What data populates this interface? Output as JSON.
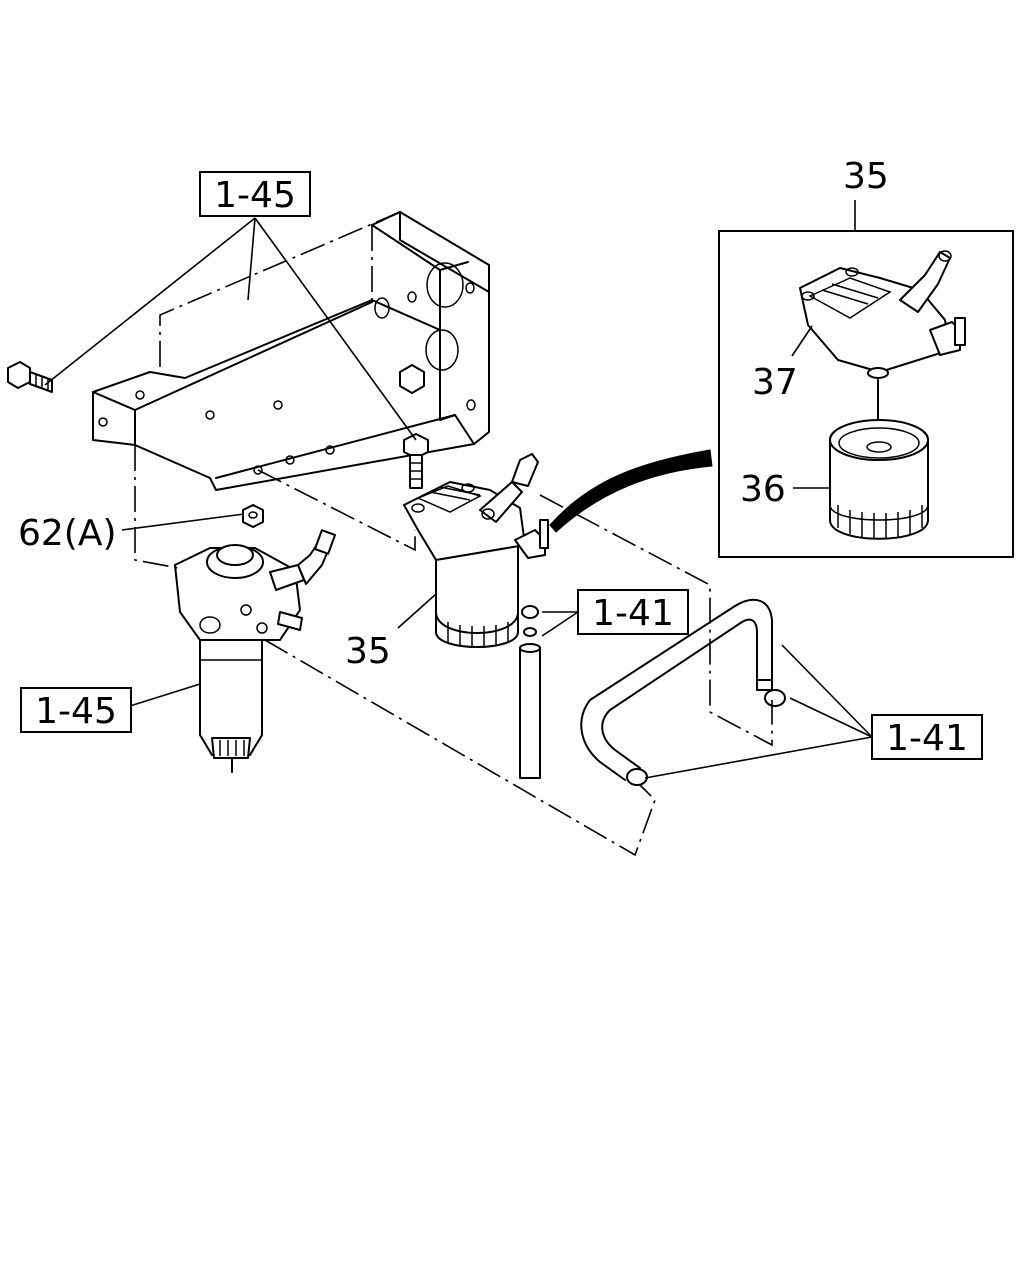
{
  "callouts": {
    "ref_top": "1-45",
    "ref_left": "1-45",
    "ref_mid": "1-41",
    "ref_right": "1-41",
    "part_62": "62(A)",
    "part_35_main": "35",
    "part_35_detail": "35",
    "part_36": "36",
    "part_37": "37"
  }
}
